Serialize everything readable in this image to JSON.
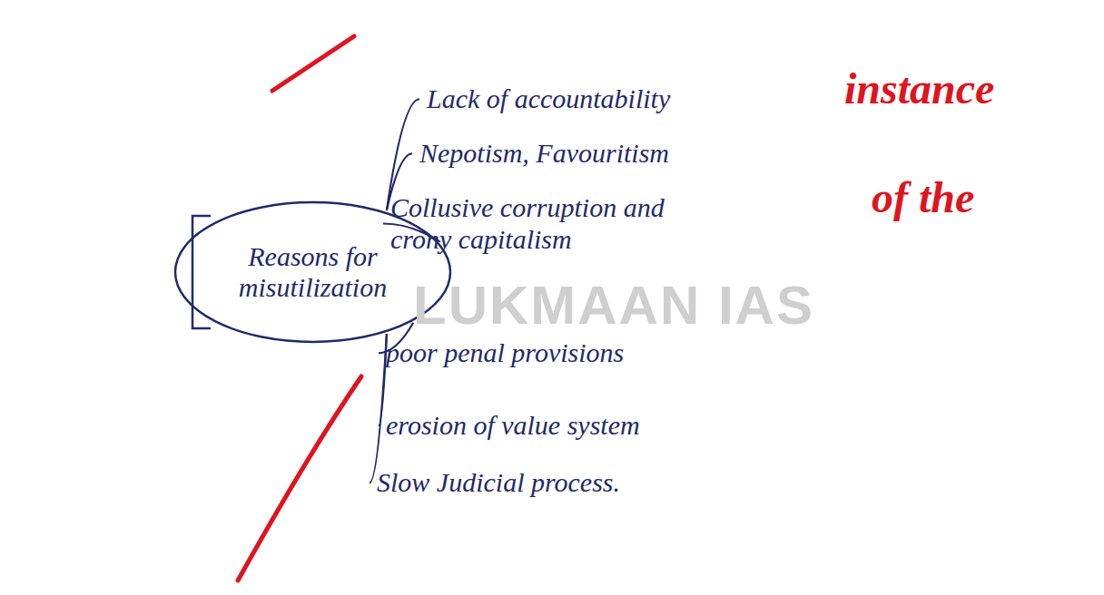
{
  "diagram": {
    "nodes": [
      {
        "text": [
          "Reasons for misutilization"
        ]
      },
      {
        "text": [
          "Lack of accountability"
        ]
      },
      {
        "text": [
          "Nepotism, Favouritism"
        ]
      },
      {
        "text": [
          "Collusive corruption and crony capitalism"
        ]
      },
      {
        "text": [
          "poor penal provisions"
        ]
      },
      {
        "text": [
          "erosion of value system"
        ]
      },
      {
        "text": [
          "Slow Judicial process."
        ]
      }
    ],
    "edges": [
      {
        "from": 0,
        "to": 1,
        "arrow": "none"
      },
      {
        "from": 0,
        "to": 2,
        "arrow": "none"
      },
      {
        "from": 0,
        "to": 3,
        "arrow": "none"
      },
      {
        "from": 0,
        "to": 4,
        "arrow": "none"
      },
      {
        "from": 0,
        "to": 5,
        "arrow": "none"
      },
      {
        "from": 0,
        "to": 6,
        "arrow": "none"
      }
    ],
    "labels": [
      "LUKMAAN IAS",
      "instance",
      "of the"
    ]
  }
}
